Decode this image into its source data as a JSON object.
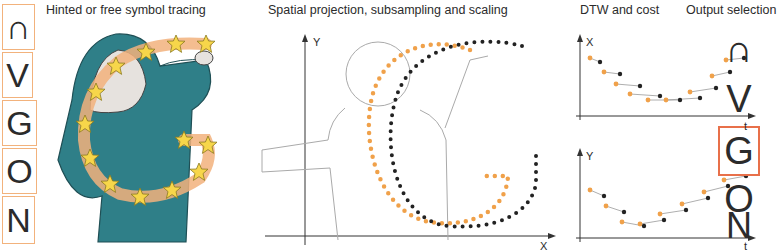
{
  "diagram": {
    "nodes": [
      {
        "text": [
          "∩"
        ]
      },
      {
        "text": [
          "V"
        ]
      },
      {
        "text": [
          "G"
        ]
      },
      {
        "text": [
          "O"
        ]
      },
      {
        "text": [
          "N"
        ]
      },
      {
        "text": [
          "G"
        ]
      }
    ],
    "labels": [
      "Hinted or free symbol tracing",
      "Spatial projection, subsampling and scaling",
      "DTW and cost",
      "Output selection",
      "Y",
      "X",
      "X",
      "t",
      "Y",
      "t",
      "∩",
      "V",
      "O",
      "N"
    ]
  }
}
